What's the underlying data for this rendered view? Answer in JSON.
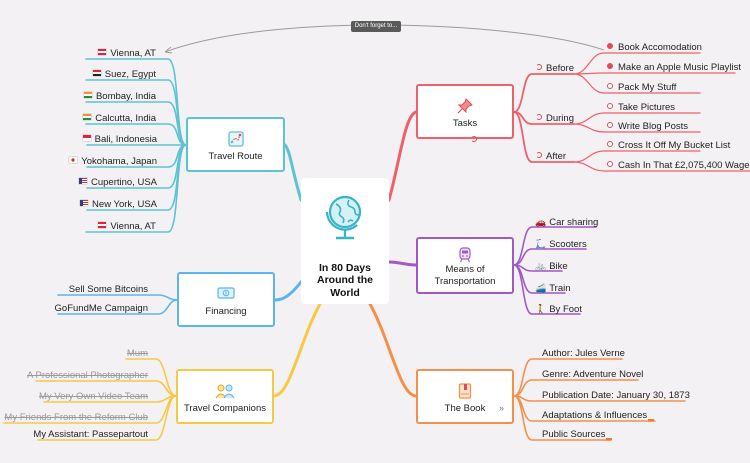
{
  "tooltip": "Don't forget to...",
  "center": {
    "title": "In 80 Days\nAround the\nWorld"
  },
  "colors": {
    "route": "#5cc3d0",
    "tasks": "#f0606a",
    "transport": "#a259c8",
    "financing": "#5bb5ee",
    "companions": "#f6c945",
    "book": "#f5904a"
  },
  "route": {
    "title": "Travel Route",
    "items": [
      {
        "label": "Vienna, AT",
        "flag": "at"
      },
      {
        "label": "Suez, Egypt",
        "flag": "eg"
      },
      {
        "label": "Bombay, India",
        "flag": "in"
      },
      {
        "label": "Calcutta, India",
        "flag": "in"
      },
      {
        "label": "Bali, Indonesia",
        "flag": "id"
      },
      {
        "label": "Yokohama, Japan",
        "flag": "jp"
      },
      {
        "label": "Cupertino, USA",
        "flag": "us"
      },
      {
        "label": "New York, USA",
        "flag": "us"
      },
      {
        "label": "Vienna, AT",
        "flag": "at"
      }
    ]
  },
  "tasks": {
    "title": "Tasks",
    "groups": [
      {
        "label": "Before",
        "items": [
          {
            "label": "Book Accomodation",
            "done": true
          },
          {
            "label": "Make an Apple Music Playlist",
            "done": true
          },
          {
            "label": "Pack My Stuff",
            "done": false
          }
        ]
      },
      {
        "label": "During",
        "items": [
          {
            "label": "Take Pictures",
            "done": false
          },
          {
            "label": "Write Blog Posts",
            "done": false
          }
        ]
      },
      {
        "label": "After",
        "items": [
          {
            "label": "Cross It Off My Bucket List",
            "done": false
          },
          {
            "label": "Cash In That £2,075,400 Wager",
            "done": false
          }
        ]
      }
    ]
  },
  "transport": {
    "title": "Means of\nTransportation",
    "items": [
      {
        "label": "Car sharing",
        "icon": "🚗"
      },
      {
        "label": "Scooters",
        "icon": "🛴"
      },
      {
        "label": "Bike",
        "icon": "🚲"
      },
      {
        "label": "Train",
        "icon": "🚄"
      },
      {
        "label": "By Foot",
        "icon": "🚶"
      }
    ]
  },
  "financing": {
    "title": "Financing",
    "items": [
      "Sell Some Bitcoins",
      "GoFundMe Campaign"
    ]
  },
  "companions": {
    "title": "Travel Companions",
    "items": [
      {
        "label": "Mum",
        "struck": true
      },
      {
        "label": "A Professional Photographer",
        "struck": true
      },
      {
        "label": "My Very Own Video Team",
        "struck": true
      },
      {
        "label": "My Friends From the Reform Club",
        "struck": true
      },
      {
        "label": "My Assistant: Passepartout",
        "struck": false
      }
    ]
  },
  "book": {
    "title": "The Book",
    "items": [
      "Author: Jules Verne",
      "Genre: Adventure Novel",
      "Publication Date: January 30, 1873",
      "Adaptations & Influences",
      "Public Sources"
    ]
  }
}
